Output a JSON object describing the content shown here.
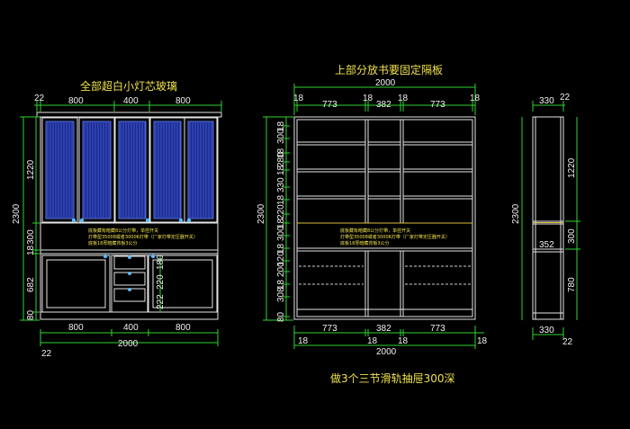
{
  "titles": {
    "front_glass": "全部超白小灯芯玻璃",
    "shelves_fixed": "上部分放书要固定隔板",
    "drawers_note": "做3个三节滑轨抽屉300深"
  },
  "notes": {
    "line1": "底板藏有暗藏8公分灯带，单控开关",
    "line2": "灯带型35008或者3000K灯带（厂家灯带定压器开关）",
    "line3": "底板18厚暗藏背板3公分"
  },
  "left_view": {
    "top_dims": [
      "22",
      "800",
      "400",
      "800"
    ],
    "bottom_dims": [
      "800",
      "400",
      "800"
    ],
    "overall_width": "2000",
    "corner_22": "22",
    "overall_height": "2300",
    "heights": [
      "1220",
      "300",
      "18",
      "682",
      "80"
    ],
    "drawer_dims": [
      "180",
      "220",
      "222"
    ]
  },
  "center_view": {
    "overall_width_top": "2000",
    "top_dims": [
      "18",
      "773",
      "18",
      "382",
      "18",
      "773",
      "18"
    ],
    "bottom_dims": [
      "18",
      "773",
      "18",
      "382",
      "18",
      "773",
      "18"
    ],
    "overall_width_bottom": "2000",
    "overall_height": "2300",
    "heights": [
      "18",
      "300",
      "18",
      "280",
      "18",
      "330",
      "18",
      "220",
      "18",
      "300",
      "18",
      "120",
      "200",
      "18",
      "308",
      "80"
    ]
  },
  "right_view": {
    "top_dims": [
      "330",
      "22"
    ],
    "overall_height": "2300",
    "heights": [
      "1220",
      "300",
      "352",
      "780"
    ],
    "bottom_dims": [
      "330",
      "22"
    ]
  }
}
